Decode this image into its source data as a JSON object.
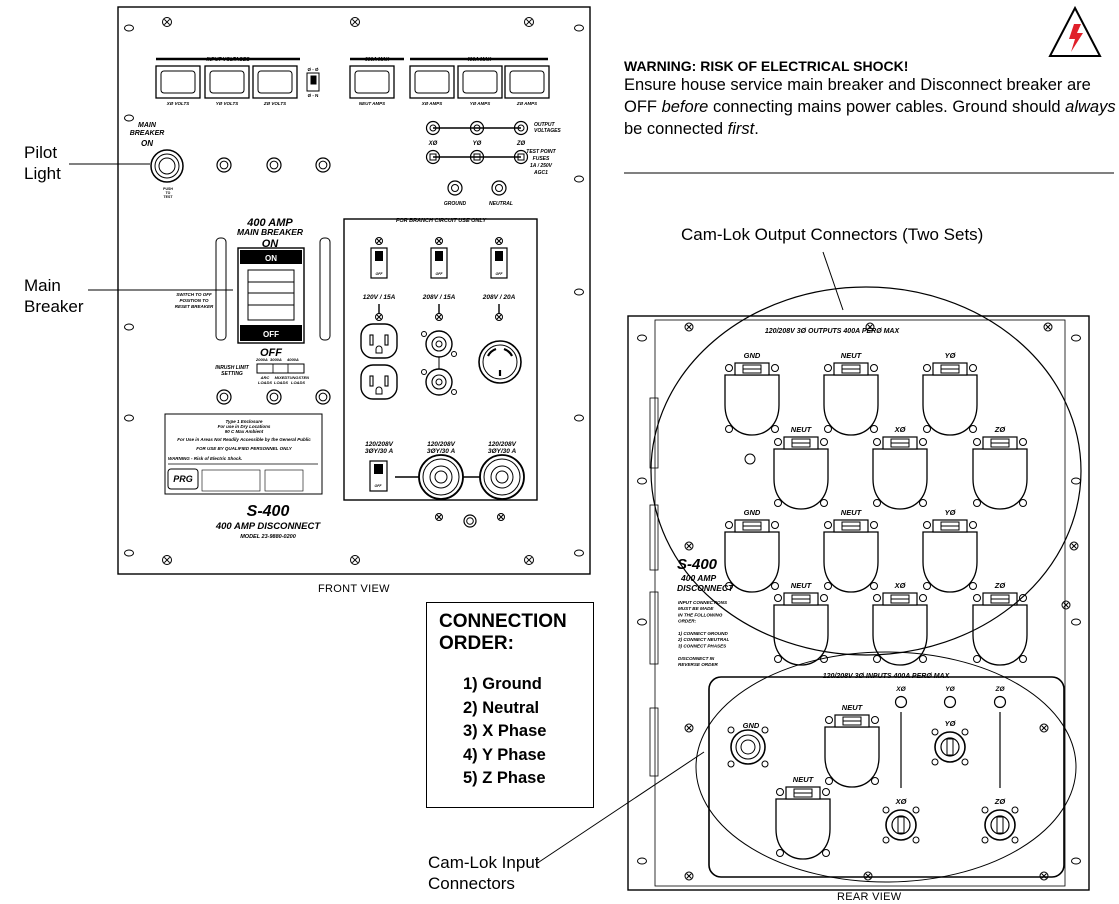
{
  "callouts": {
    "pilot_light": [
      "Pilot",
      "Light"
    ],
    "main_breaker": [
      "Main",
      "Breaker"
    ],
    "camlok_output": "Cam-Lok Output Connectors (Two Sets)",
    "camlok_input": [
      "Cam-Lok Input",
      "Connectors"
    ]
  },
  "views": {
    "front": "FRONT VIEW",
    "rear": "REAR VIEW"
  },
  "warning": {
    "title": "WARNING: RISK OF ELECTRICAL SHOCK!",
    "body_html": "Ensure house service main breaker and Disconnect breaker are OFF <i>before</i> connecting mains power cables. Ground should <i>always</i> be connected <i>first</i>.",
    "icon": "high-voltage-warning-icon",
    "icon_color": "#e0202a"
  },
  "connection_order": {
    "heading": [
      "CONNECTION",
      "ORDER:"
    ],
    "steps": [
      "1) Ground",
      "2) Neutral",
      "3) X Phase",
      "4) Y Phase",
      "5) Z Phase"
    ]
  },
  "front_panel": {
    "input_voltages_label": "INPUT VOLTAGES",
    "meters_left": [
      "XØ VOLTS",
      "YØ VOLTS",
      "ZØ VOLTS"
    ],
    "toggle_top": "Ø - Ø",
    "toggle_bottom": "Ø - N",
    "max_600": "600A MAX",
    "neut_amps": "NEUT AMPS",
    "max_400": "400A MAX",
    "meters_right": [
      "XØ AMPS",
      "YØ AMPS",
      "ZØ AMPS"
    ],
    "main_breaker_on": [
      "MAIN",
      "BREAKER",
      "ON"
    ],
    "push_to_test": [
      "PUSH",
      "TO",
      "TEST"
    ],
    "output_voltages": [
      "OUTPUT",
      "VOLTAGES"
    ],
    "phase_labels": [
      "XØ",
      "YØ",
      "ZØ"
    ],
    "test_point_fuses": [
      "TEST POINT",
      "FUSES",
      "1A / 250V",
      "AGC1"
    ],
    "ground": "GROUND",
    "neutral": "NEUTRAL",
    "breaker_title": [
      "400 AMP",
      "MAIN BREAKER",
      "ON"
    ],
    "breaker_on": "ON",
    "breaker_off": "OFF",
    "breaker_off_big": "OFF",
    "switch_to_off": [
      "SWITCH TO OFF",
      "POSITION TO",
      "RESET BREAKER"
    ],
    "inrush": [
      "INRUSH LIMIT",
      "SETTING"
    ],
    "inrush_values": [
      "2000A",
      "3000A",
      "4000A"
    ],
    "inrush_loads": [
      [
        "ARC",
        "LOADS"
      ],
      [
        "MIXED",
        "LOADS"
      ],
      [
        "TUNGSTEN",
        "LOADS"
      ]
    ],
    "branch_label": "FOR BRANCH CIRCUIT USE ONLY",
    "branch_ratings": [
      "120V / 15A",
      "208V / 15A",
      "208V / 20A"
    ],
    "bottom_ratings": [
      [
        "120/208V",
        "3ØY/30 A"
      ],
      [
        "120/208V",
        "3ØY/30 A"
      ],
      [
        "120/208V",
        "3ØY/30 A"
      ]
    ],
    "off": "OFF",
    "plate_lines": [
      "Type 1 Enclosure",
      "For use in Dry Locations",
      "90 C  Max Ambient",
      "For Use in Areas Not Readily Accessible by the General Public",
      "FOR USE BY QUALIFIED PERSONNEL ONLY",
      "WARNING - Risk of Electric Shock."
    ],
    "logo": "PRG",
    "model_title": "S-400",
    "model_subtitle": "400 AMP DISCONNECT",
    "model_number": "MODEL 23-9880-0200"
  },
  "rear_panel": {
    "outputs_title": "120/208V 3Ø OUTPUTS   400A PERØ MAX",
    "output_rows": [
      [
        "GND",
        "NEUT",
        "YØ"
      ],
      [
        "NEUT",
        "XØ",
        "ZØ"
      ],
      [
        "GND",
        "NEUT",
        "YØ"
      ],
      [
        "NEUT",
        "XØ",
        "ZØ"
      ]
    ],
    "model_title": "S-400",
    "model_subtitle": [
      "400 AMP",
      "DISCONNECT"
    ],
    "instructions": [
      "INPUT CONNECTIONS",
      "MUST BE MADE",
      "IN THE FOLLOWING",
      "ORDER:",
      "",
      "1) CONNECT GROUND",
      "2) CONNECT NEUTRAL",
      "3) CONNECT PHASES",
      "",
      "DISCONNECT IN",
      "REVERSE ORDER"
    ],
    "inputs_title": "120/208V 3Ø INPUTS 400A PERØ MAX",
    "input_labels": {
      "gnd": "GND",
      "neut_top": "NEUT",
      "neut_bottom": "NEUT",
      "x": "XØ",
      "y": "YØ",
      "z": "ZØ",
      "x_top": "XØ",
      "y_top": "YØ",
      "z_top": "ZØ"
    }
  }
}
